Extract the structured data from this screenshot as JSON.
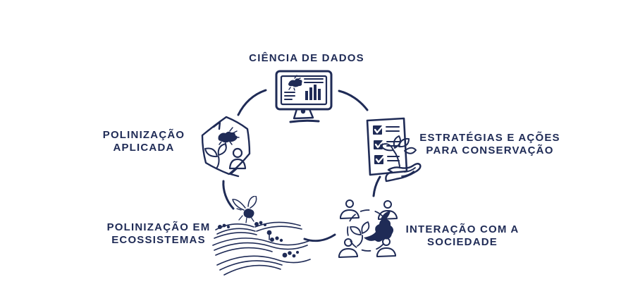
{
  "colors": {
    "ink": "#1f2b56",
    "background": "#ffffff"
  },
  "diagram": {
    "type": "cycle",
    "description_icons": [
      "monitor-analytics-icon",
      "checklist-hand-plant-icon",
      "people-hummingbird-icon",
      "landscape-bee-icon",
      "hexagon-cycle-icon"
    ],
    "nodes": {
      "data_science": {
        "icon": "monitor-analytics-icon",
        "lines": [
          "CIÊNCIA DE DADOS"
        ]
      },
      "conservation": {
        "icon": "checklist-hand-plant-icon",
        "lines": [
          "ESTRATÉGIAS E AÇÕES",
          "PARA CONSERVAÇÃO"
        ]
      },
      "society": {
        "icon": "people-hummingbird-icon",
        "lines": [
          "INTERAÇÃO COM A",
          "SOCIEDADE"
        ]
      },
      "ecosystems": {
        "icon": "landscape-bee-icon",
        "lines": [
          "POLINIZAÇÃO EM",
          "ECOSSISTEMAS"
        ]
      },
      "applied": {
        "icon": "hexagon-cycle-icon",
        "lines": [
          "POLINIZAÇÃO",
          "APLICADA"
        ]
      }
    }
  }
}
